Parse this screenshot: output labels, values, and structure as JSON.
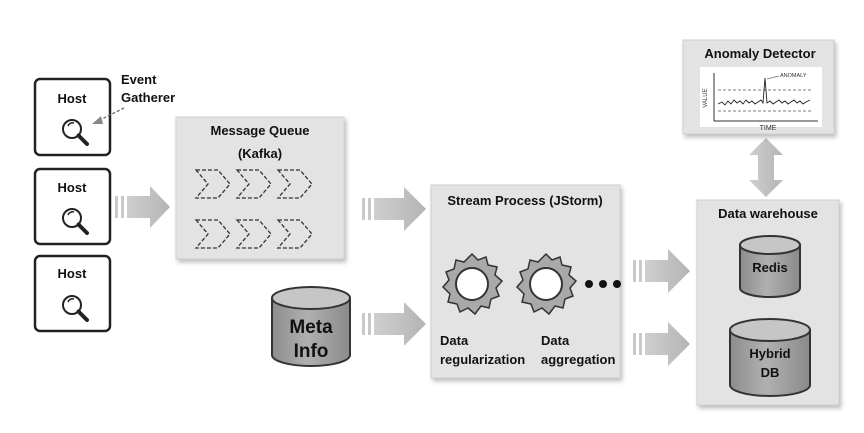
{
  "hosts": [
    {
      "label": "Host"
    },
    {
      "label": "Host"
    },
    {
      "label": "Host"
    }
  ],
  "event_gatherer": {
    "line1": "Event",
    "line2": "Gatherer"
  },
  "message_queue": {
    "line1": "Message Queue",
    "line2": "(Kafka)"
  },
  "meta_info": {
    "line1": "Meta",
    "line2": "Info"
  },
  "stream_process": {
    "title": "Stream Process (JStorm)",
    "step1": {
      "line1": "Data",
      "line2": "regularization"
    },
    "step2": {
      "line1": "Data",
      "line2": "aggregation"
    }
  },
  "data_warehouse": {
    "title": "Data warehouse",
    "store1": "Redis",
    "store2_line1": "Hybrid",
    "store2_line2": "DB"
  },
  "anomaly_detector": {
    "title": "Anomaly Detector",
    "axis_y": "VALUE",
    "axis_x": "TIME",
    "annotation": "ANOMALY"
  },
  "icons": {
    "host": "magnifier-icon",
    "queue": "chevron-arrow-icon",
    "process": "gear-icon"
  },
  "colors": {
    "panel": "#e3e3e3",
    "arrow": "#bdbdbd",
    "cylinder": "#9e9e9e",
    "cylinder_top": "#c6c6c6"
  }
}
